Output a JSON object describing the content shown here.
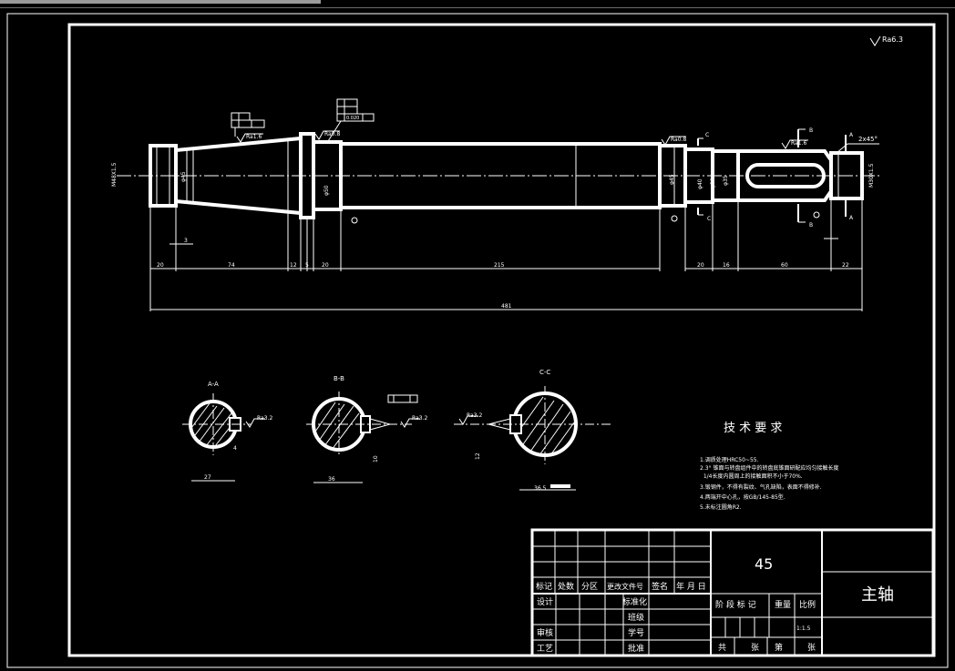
{
  "drawing": {
    "top_roughness": "Ra6.3",
    "main_view": {
      "roughness_marks": [
        "Ra1.6",
        "Ra0.8",
        "Ra0.8",
        "Ra1.6"
      ],
      "tolerance_value": "0.020",
      "chamfer": "2x45°",
      "section_refs": [
        "C",
        "C",
        "B",
        "B",
        "A",
        "A"
      ],
      "diameter_labels": [
        "M48X1.5",
        "φ45",
        "φ50",
        "φ45",
        "φ40",
        "φ35",
        "φ38",
        "M30X1.5"
      ],
      "dims_bottom": [
        "20",
        "74",
        "12",
        "5",
        "20",
        "215",
        "20",
        "16",
        "60",
        "22"
      ],
      "dim_small": "3",
      "dim_overall": "481"
    },
    "sections": [
      {
        "title": "A-A",
        "roughness": "Ra3.2",
        "width_dim": "27",
        "side_dim": "4"
      },
      {
        "title": "B-B",
        "roughness": "Ra3.2",
        "width_dim": "36",
        "side_dim": "10"
      },
      {
        "title": "C-C",
        "roughness": "Ra3.2",
        "width_dim": "36.5",
        "side_dim": "12"
      }
    ],
    "tech_requirements": {
      "title": "技 术 要 求",
      "items": [
        "1.调质处理HRC50~55.",
        "2.3° 锥面与转盘组件中的转盘底锥面研配应均匀接触长度",
        "  1/4长度内圆周上的接触面积不小于70%.",
        "3.锻钢件，不得有裂纹、气孔缺陷，表面不得修补.",
        "4.两端开中心孔，按GB/145-85型.",
        "5.未标注圆角R2."
      ]
    }
  },
  "title_block": {
    "material": "45",
    "part_name": "主轴",
    "scale": "1:1.5",
    "row_labels": [
      "标记",
      "处数",
      "分区",
      "更改文件号",
      "签名",
      "年 月 日"
    ],
    "left_labels": [
      "设计",
      "审核",
      "工艺"
    ],
    "mid_labels": [
      "标准化",
      "班级",
      "学号",
      "批准"
    ],
    "stage_labels": [
      "阶 段 标 记",
      "重量",
      "比例"
    ],
    "bottom_labels": [
      "共",
      "张",
      "第",
      "张"
    ]
  }
}
